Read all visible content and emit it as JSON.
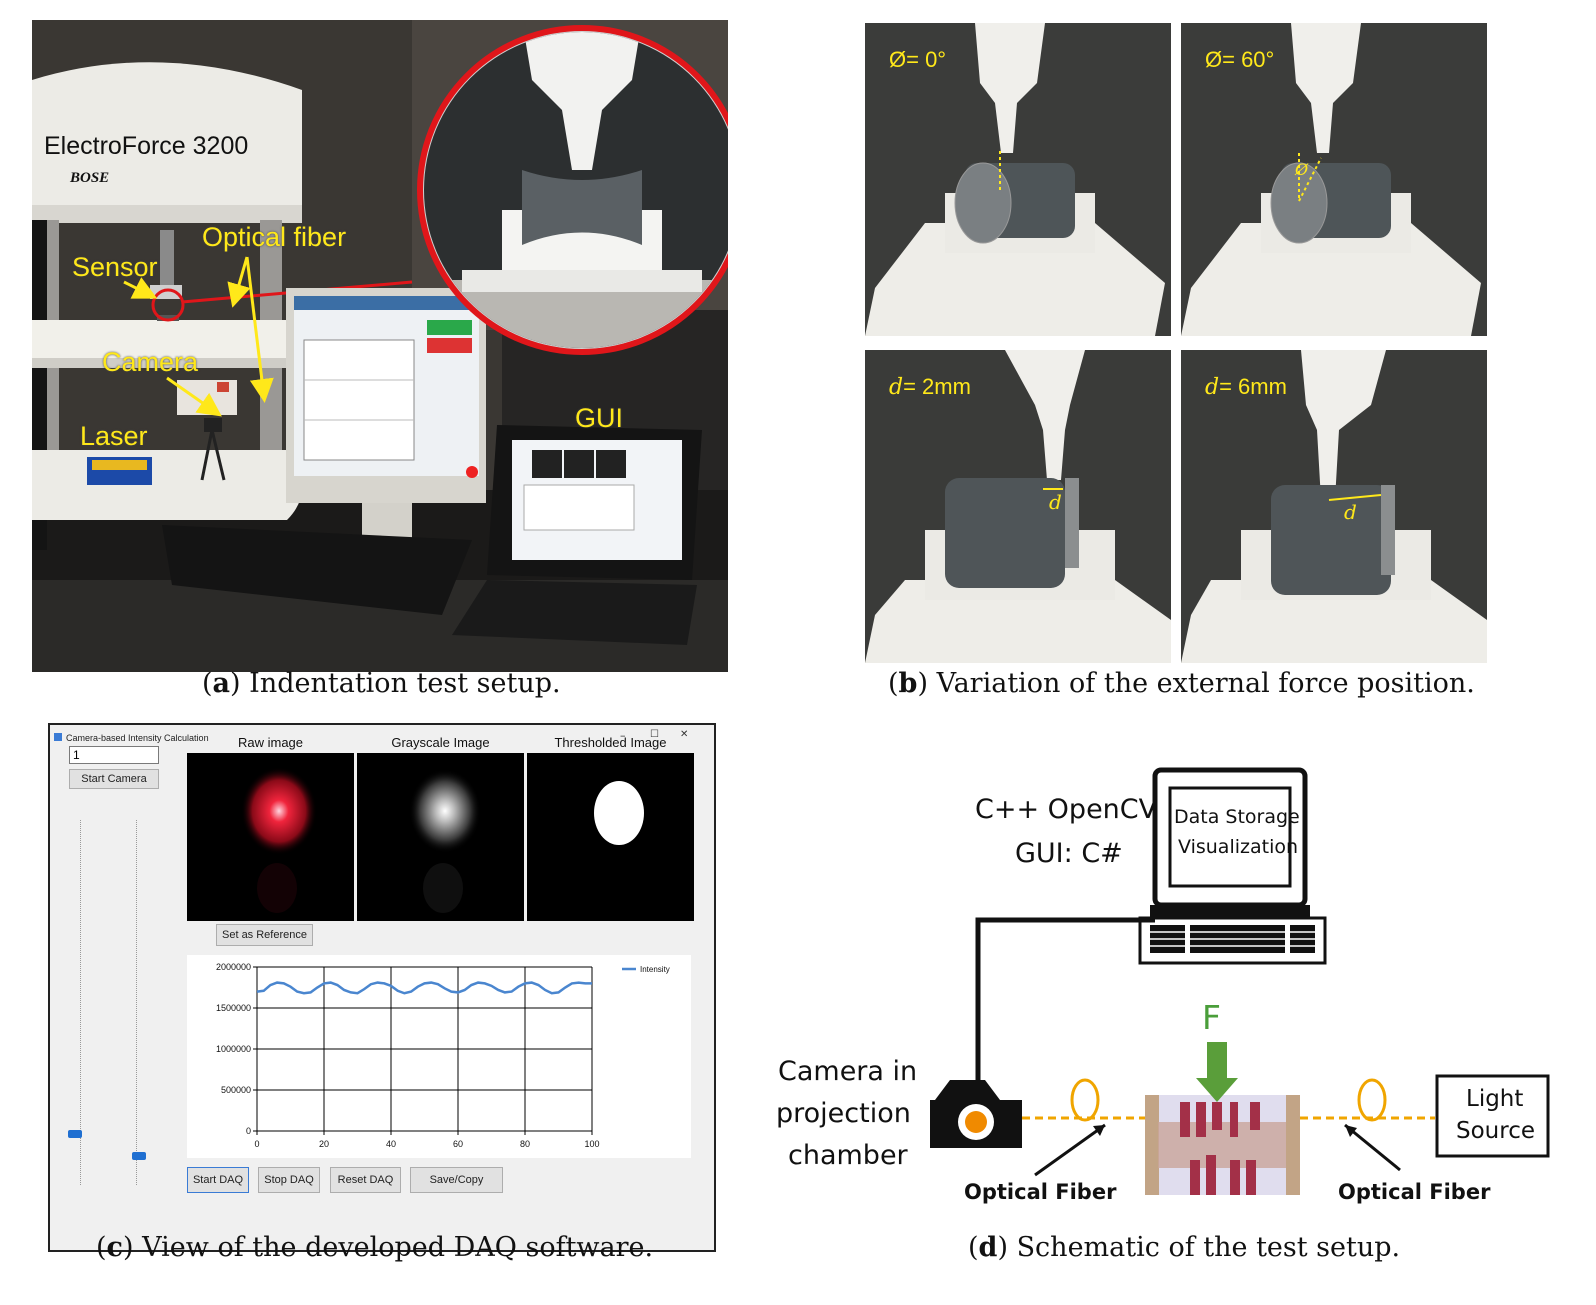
{
  "panel_a": {
    "caption_letter": "a",
    "caption_text": "Indentation test setup.",
    "machine_label": "ElectroForce 3200",
    "brand_label": "BOSE",
    "labels": {
      "sensor": "Sensor",
      "optical_fiber": "Optical fiber",
      "camera": "Camera",
      "laser": "Laser",
      "gui": "GUI"
    }
  },
  "panel_b": {
    "caption_letter": "b",
    "caption_text": "Variation of the external force position.",
    "photos": [
      {
        "label": "Ø= 0°"
      },
      {
        "label": "Ø= 60°",
        "marker": "Ø"
      },
      {
        "label_var": "d",
        "label_val": "= 2mm",
        "marker": "d"
      },
      {
        "label_var": "d",
        "label_val": "= 6mm",
        "marker": "d"
      }
    ]
  },
  "panel_c": {
    "caption_letter": "c",
    "caption_text": "View of the developed DAQ software.",
    "window_title": "Camera-based Intensity Calculation",
    "window_controls": {
      "minimize": "–",
      "maximize": "☐",
      "close": "✕"
    },
    "camera_index": "1",
    "start_camera_label": "Start Camera",
    "image_titles": {
      "raw": "Raw image",
      "grayscale": "Grayscale Image",
      "thresholded": "Thresholded Image"
    },
    "set_reference_label": "Set as Reference",
    "buttons": {
      "start_daq": "Start DAQ",
      "stop_daq": "Stop DAQ",
      "reset_daq": "Reset DAQ",
      "save_copy": "Save/Copy"
    },
    "slider_levels": [
      0.14,
      0.08
    ]
  },
  "chart_data": {
    "type": "line",
    "title": "",
    "xlabel": "",
    "ylabel": "",
    "xlim": [
      0,
      100
    ],
    "ylim": [
      0,
      2000000
    ],
    "x_ticks": [
      "0",
      "20",
      "40",
      "60",
      "80",
      "100"
    ],
    "y_ticks": [
      "0",
      "500000",
      "1000000",
      "1500000",
      "2000000"
    ],
    "legend": "top-right",
    "color": "#4a86cf",
    "series": [
      {
        "name": "Intensity",
        "x": [
          0,
          2,
          4,
          6,
          8,
          10,
          12,
          14,
          16,
          18,
          20,
          22,
          24,
          26,
          28,
          30,
          32,
          34,
          36,
          38,
          40,
          42,
          44,
          46,
          48,
          50,
          52,
          54,
          56,
          58,
          60,
          62,
          64,
          66,
          68,
          70,
          72,
          74,
          76,
          78,
          80,
          82,
          84,
          86,
          88,
          90,
          92,
          94,
          96,
          98,
          100
        ],
        "values": [
          1700000,
          1710000,
          1780000,
          1810000,
          1800000,
          1760000,
          1700000,
          1680000,
          1690000,
          1750000,
          1800000,
          1810000,
          1780000,
          1720000,
          1690000,
          1680000,
          1730000,
          1790000,
          1810000,
          1800000,
          1770000,
          1710000,
          1680000,
          1700000,
          1760000,
          1800000,
          1810000,
          1790000,
          1740000,
          1700000,
          1690000,
          1720000,
          1780000,
          1810000,
          1800000,
          1770000,
          1720000,
          1690000,
          1700000,
          1760000,
          1800000,
          1810000,
          1780000,
          1720000,
          1680000,
          1690000,
          1750000,
          1800000,
          1810000,
          1800000,
          1800000
        ]
      }
    ]
  },
  "panel_d": {
    "caption_letter": "d",
    "caption_text": "Schematic of the test setup.",
    "software_line1": "C++ OpenCV",
    "software_line2": "GUI: C#",
    "screen_line1": "Data Storage",
    "screen_line2": "Visualization",
    "camera_line1": "Camera in",
    "camera_line2": "projection",
    "camera_line3": "chamber",
    "force_label": "F",
    "light_line1": "Light",
    "light_line2": "Source",
    "fiber_left": "Optical Fiber",
    "fiber_right": "Optical Fiber",
    "colors": {
      "fiber": "#f0a500",
      "arrow": "#5a9e3a",
      "force_text": "#4a9e3a"
    }
  }
}
